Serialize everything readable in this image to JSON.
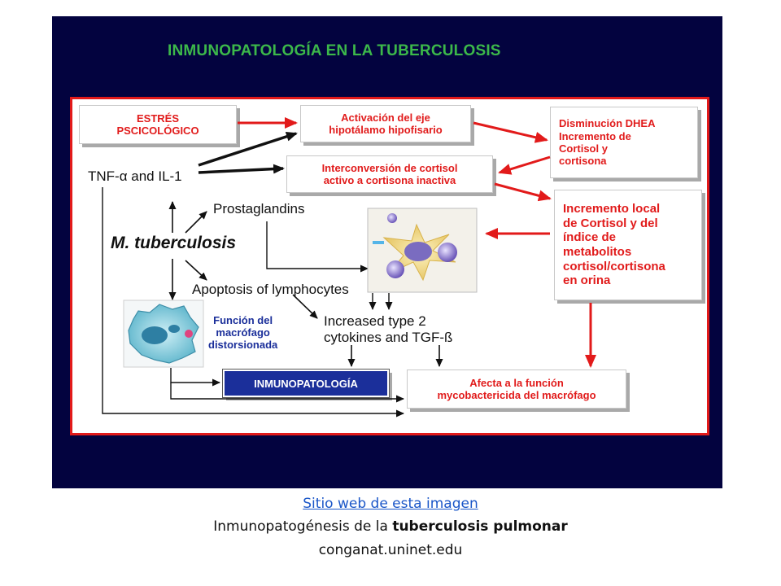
{
  "diagram": {
    "title": "INMUNOPATOLOGÍA EN LA TUBERCULOSIS",
    "nodes": {
      "estres": "ESTRÉS\nPSCICOLÓGICO",
      "activacion": "Activación del eje\nhipotálamo hipofisario",
      "dhea": "Disminución DHEA\nIncremento de\nCortisol y\ncortisona",
      "interconversion": "Interconversión de cortisol\nactivo a cortisona inactiva",
      "incremento": "Incremento local\nde Cortisol y del\níndice de\nmetabolitos\ncortisol/cortisona\nen orina",
      "tnf": "TNF-α and IL-1",
      "prostaglandins": "Prostaglandins",
      "mtb": "M. tuberculosis",
      "apoptosis": "Apoptosis of lymphocytes",
      "cytokines": "Increased type 2\ncytokines and TGF-ß",
      "funcion": "Función del\nmacrófago\ndistorsionada",
      "inmunopatologia": "INMUNOPATOLOGÍA",
      "afecta": "Afecta a la función\nmycobactericida del macrófago"
    },
    "images": {
      "dendritic": "dendritic-cell-illustration",
      "macrophage": "macrophage-illustration"
    },
    "colors": {
      "background": "#03033f",
      "title": "#3cb84a",
      "frame": "#e21a1a",
      "box_text": "#e11b1b",
      "inmuno_box": "#1b2f9a"
    }
  },
  "caption": {
    "link": "Sitio web de esta imagen",
    "line_prefix": "Inmunopatogénesis de la ",
    "line_bold": "tuberculosis pulmonar",
    "domain": "conganat.uninet.edu"
  }
}
